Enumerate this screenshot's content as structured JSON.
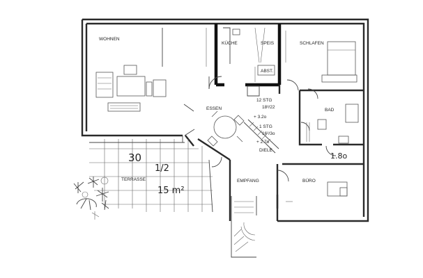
{
  "rooms": {
    "wohnen": "WOHNEN",
    "kueche": "KÜCHE",
    "speis": "SPEIS",
    "abst": "ABST.",
    "schlafen": "SCHLAFEN",
    "essen": "ESSEN",
    "bad": "BAD",
    "diele": "DIELE",
    "terrasse": "TERRASSE",
    "empfang": "EMPFANG",
    "buero": "BÜRO"
  },
  "annotations": {
    "stair_top_steps": "12 STG",
    "stair_top_dims": "18³/22",
    "level_plus_32": "+ 3.2o",
    "stair_mid_steps": "1 STG",
    "stair_mid_dims": "16²/3o",
    "level_plus_27": "+ 2.7o",
    "terrace_area_num": "30",
    "terrace_area_frac": "1/2",
    "terrace_area_unit": "15 m²",
    "bath_mark": "1.8o"
  }
}
